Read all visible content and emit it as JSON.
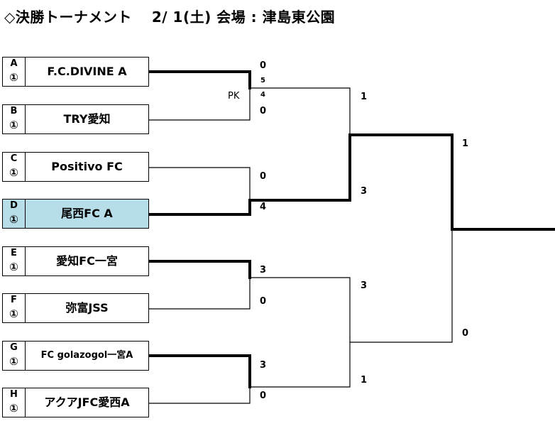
{
  "title": "◇決勝トーナメント　 2/ 1(土) 会場 : 津島東公園",
  "teams": [
    {
      "letter": "A",
      "seed": "①",
      "name": "F.C.DIVINE A"
    },
    {
      "letter": "B",
      "seed": "①",
      "name": "TRY愛知"
    },
    {
      "letter": "C",
      "seed": "①",
      "name": "Positivo FC"
    },
    {
      "letter": "D",
      "seed": "①",
      "name": "尾西FC A"
    },
    {
      "letter": "E",
      "seed": "①",
      "name": "愛知FC一宮"
    },
    {
      "letter": "F",
      "seed": "①",
      "name": "弥富JSS"
    },
    {
      "letter": "G",
      "seed": "①",
      "name": "FC golazogol一宮A"
    },
    {
      "letter": "H",
      "seed": "①",
      "name": "アクアJFC愛西A"
    }
  ],
  "highlight_color": "#b7dde8",
  "round1": [
    {
      "top": "0",
      "bottom": "0",
      "pk_label": "PK",
      "pk_top": "5",
      "pk_bottom": "4"
    },
    {
      "top": "0",
      "bottom": "4"
    },
    {
      "top": "3",
      "bottom": "0"
    },
    {
      "top": "3",
      "bottom": "0"
    }
  ],
  "round2": [
    {
      "top": "1",
      "bottom": "3"
    },
    {
      "top": "3",
      "bottom": "1"
    }
  ],
  "final": {
    "top": "1",
    "bottom": "0"
  }
}
